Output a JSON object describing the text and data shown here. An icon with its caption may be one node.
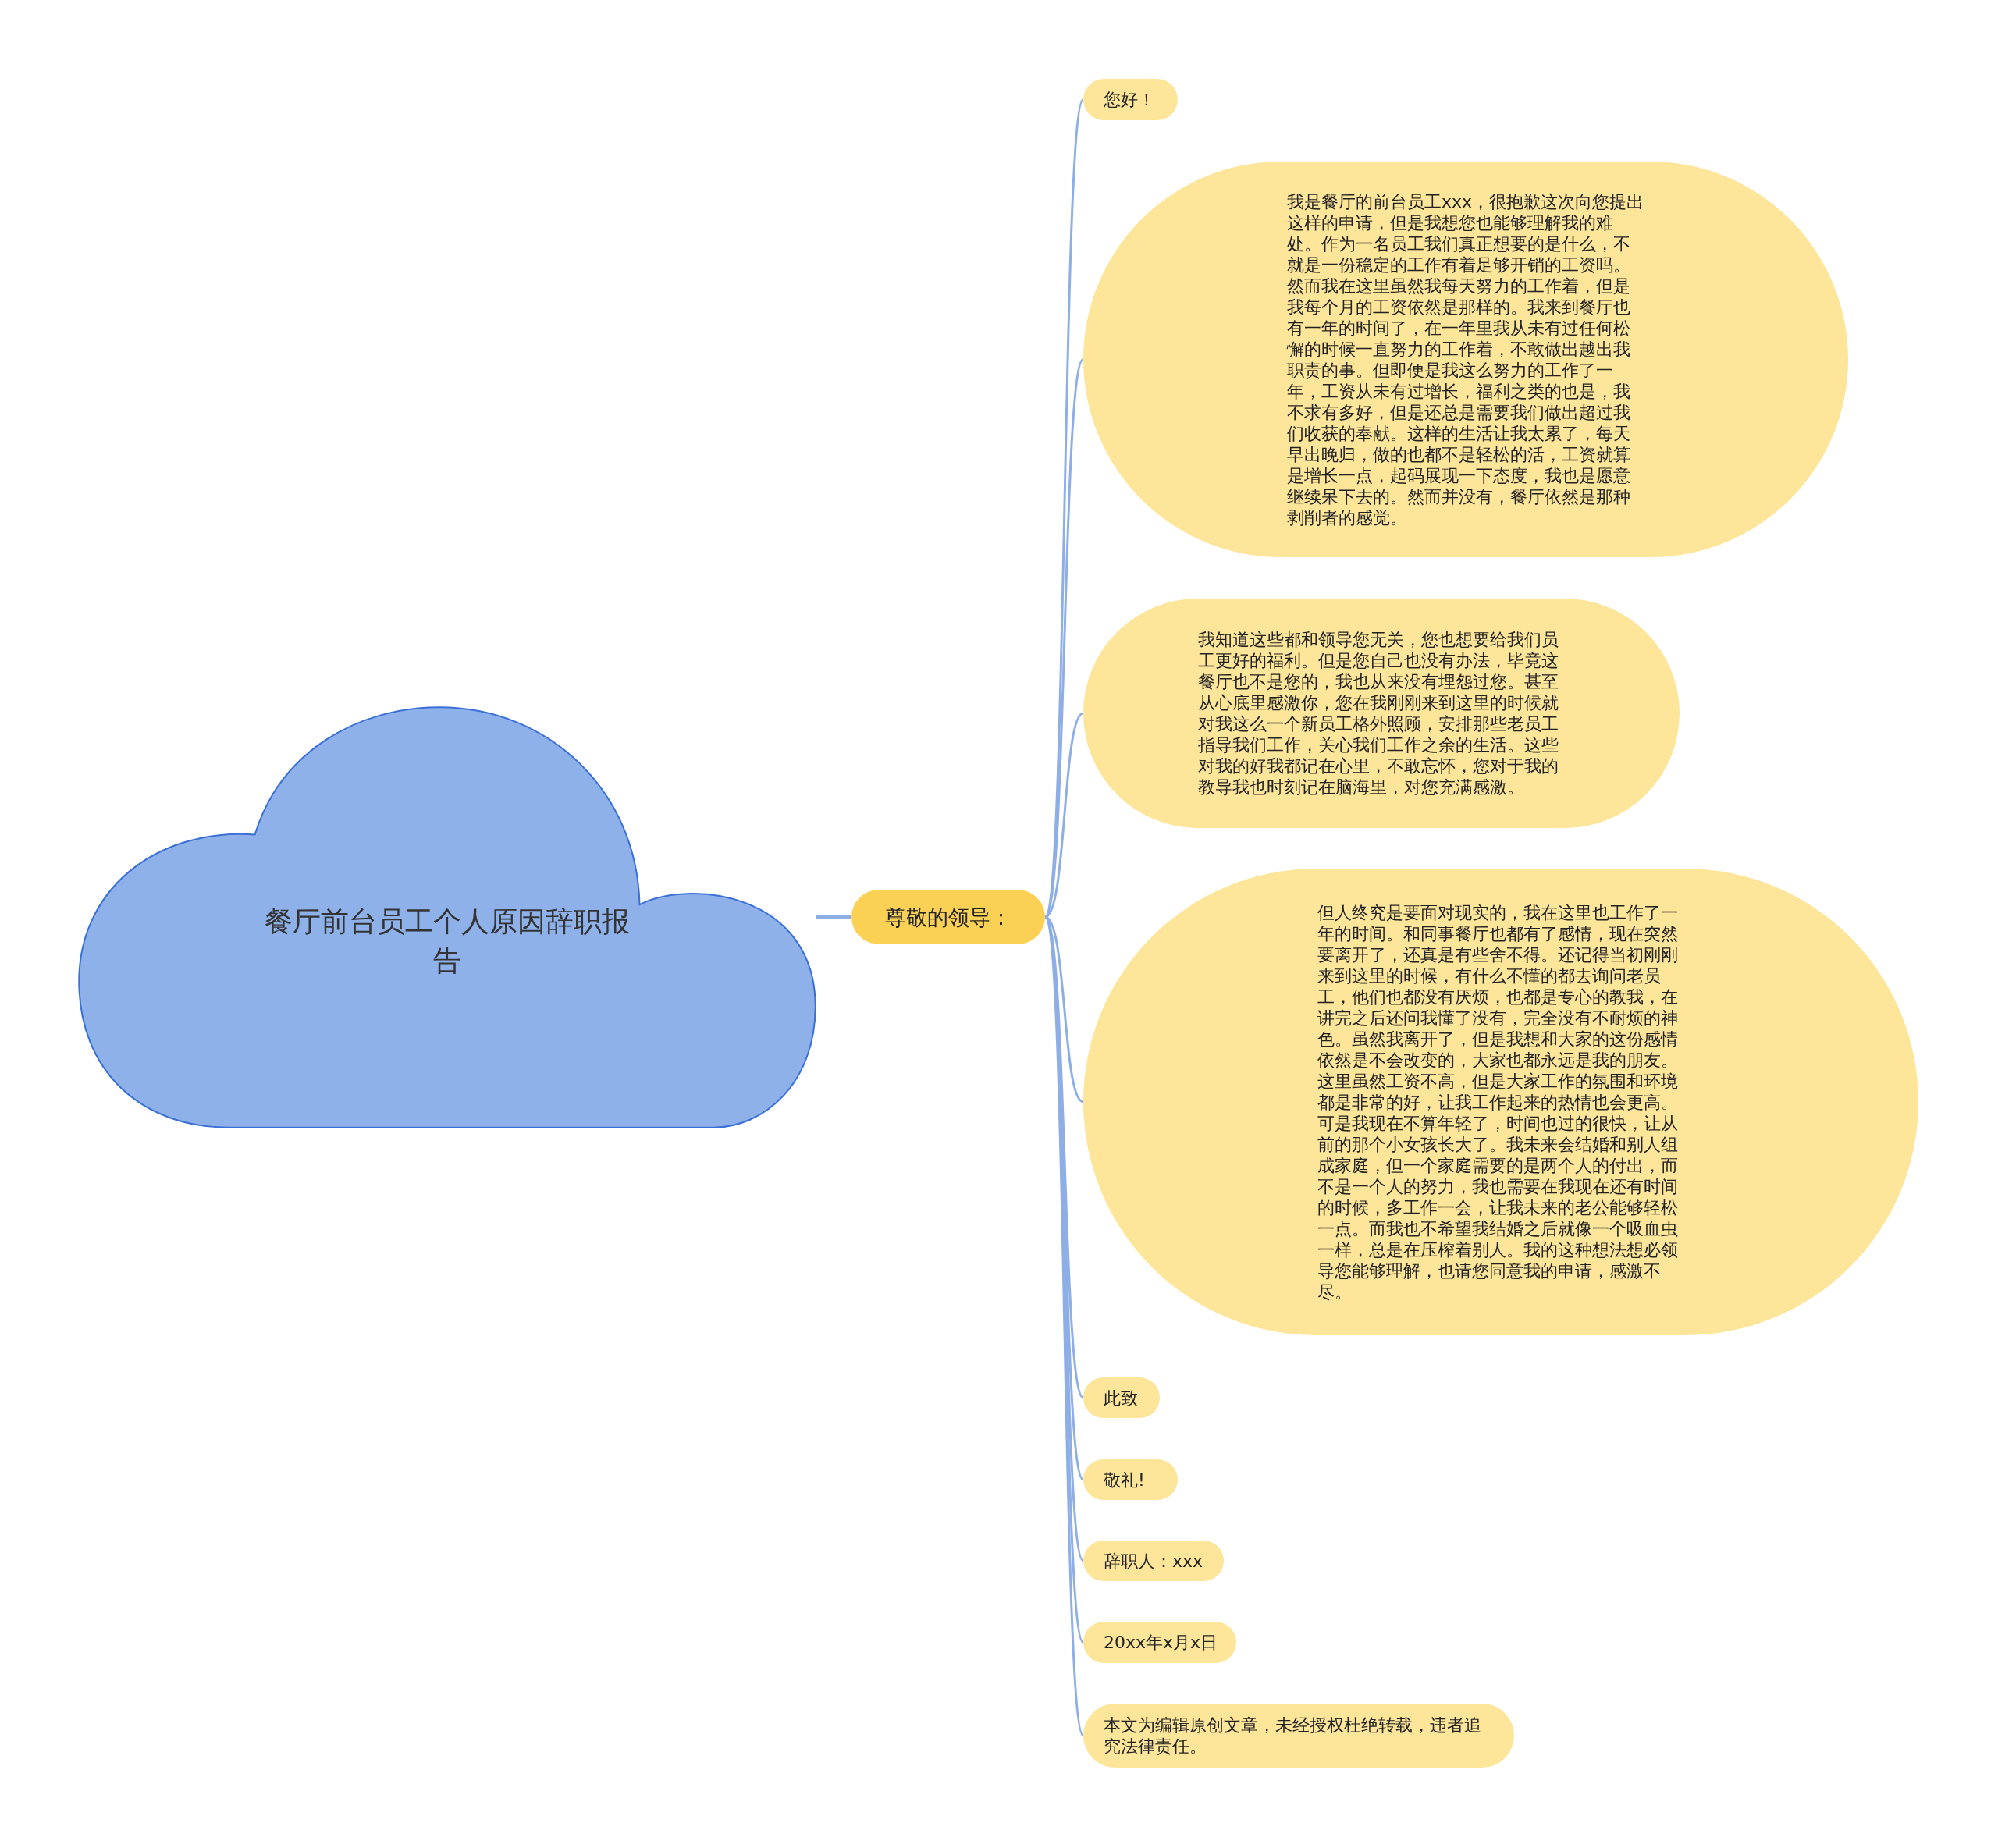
{
  "diagram": {
    "nodes": [
      {
        "text": [
          "餐厅前台员工个人原因辞职报告"
        ]
      },
      {
        "text": [
          "尊敬的领导："
        ]
      },
      {
        "text": [
          "您好！"
        ]
      },
      {
        "text": [
          "我是餐厅的前台员工xxx，很抱歉这次向您提出这样的申请，但是我想您也能够理解我的难处。作为一名员工我们真正想要的是什么，不就是一份稳定的工作有着足够开销的工资吗。然而我在这里虽然我每天努力的工作着，但是我每个月的工资依然是那样的。我来到餐厅也有一年的时间了，在一年里我从未有过任何松懈的时候一直努力的工作着，不敢做出越出我职责的事。但即便是我这么努力的工作了一年，工资从未有过增长，福利之类的也是，我不求有多好，但是还总是需要我们做出超过我们收获的奉献。这样的生活让我太累了，每天早出晚归，做的也都不是轻松的活，工资就算是增长一点，起码展现一下态度，我也是愿意继续呆下去的。然而并没有，餐厅依然是那种剥削者的感觉。"
        ]
      },
      {
        "text": [
          "我知道这些都和领导您无关，您也想要给我们员工更好的福利。但是您自己也没有办法，毕竟这餐厅也不是您的，我也从来没有埋怨过您。甚至从心底里感激你，您在我刚刚来到这里的时候就对我这么一个新员工格外照顾，安排那些老员工指导我们工作，关心我们工作之余的生活。这些对我的好我都记在心里，不敢忘怀，您对于我的教导我也时刻记在脑海里，对您充满感激。"
        ]
      },
      {
        "text": [
          "但人终究是要面对现实的，我在这里也工作了一年的时间。和同事餐厅也都有了感情，现在突然要离开了，还真是有些舍不得。还记得当初刚刚来到这里的时候，有什么不懂的都去询问老员工，他们也都没有厌烦，也都是专心的教我，在讲完之后还问我懂了没有，完全没有不耐烦的神色。虽然我离开了，但是我想和大家的这份感情依然是不会改变的，大家也都永远是我的朋友。这里虽然工资不高，但是大家工作的氛围和环境都是非常的好，让我工作起来的热情也会更高。可是我现在不算年轻了，时间也过的很快，让从前的那个小女孩长大了。我未来会结婚和别人组成家庭，但一个家庭需要的是两个人的付出，而不是一个人的努力，我也需要在我现在还有时间的时候，多工作一会，让我未来的老公能够轻松一点。而我也不希望我结婚之后就像一个吸血虫一样，总是在压榨着别人。我的这种想法想必领导您能够理解，也请您同意我的申请，感激不尽。"
        ]
      },
      {
        "text": [
          "此致"
        ]
      },
      {
        "text": [
          "敬礼!"
        ]
      },
      {
        "text": [
          "辞职人：xxx"
        ]
      },
      {
        "text": [
          "20xx年x月x日"
        ]
      },
      {
        "text": [
          "本文为编辑原创文章，未经授权杜绝转载，违者追究法律责任。"
        ]
      }
    ],
    "edges": [
      {
        "from": 0,
        "to": 1,
        "arrow": "none"
      },
      {
        "from": 1,
        "to": 2,
        "arrow": "none"
      },
      {
        "from": 1,
        "to": 3,
        "arrow": "none"
      },
      {
        "from": 1,
        "to": 4,
        "arrow": "none"
      },
      {
        "from": 1,
        "to": 5,
        "arrow": "none"
      },
      {
        "from": 1,
        "to": 6,
        "arrow": "none"
      },
      {
        "from": 1,
        "to": 7,
        "arrow": "none"
      },
      {
        "from": 1,
        "to": 8,
        "arrow": "none"
      },
      {
        "from": 1,
        "to": 9,
        "arrow": "none"
      },
      {
        "from": 1,
        "to": 10,
        "arrow": "none"
      }
    ]
  }
}
